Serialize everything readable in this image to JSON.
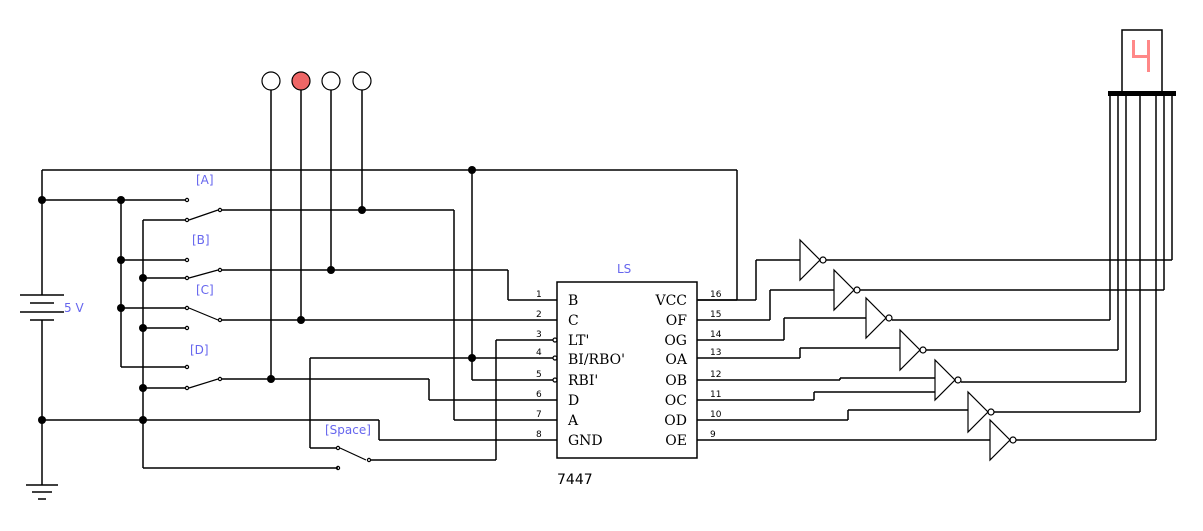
{
  "battery": {
    "label": "5 V"
  },
  "switch_labels": [
    "[A]",
    "[B]",
    "[C]",
    "[D]",
    "[Space]"
  ],
  "chip": {
    "top_label": "LS",
    "part_number": "7447",
    "left_pins": [
      {
        "num": "1",
        "name": "B"
      },
      {
        "num": "2",
        "name": "C"
      },
      {
        "num": "3",
        "name": "LT'"
      },
      {
        "num": "4",
        "name": "BI/RBO'"
      },
      {
        "num": "5",
        "name": "RBI'"
      },
      {
        "num": "6",
        "name": "D"
      },
      {
        "num": "7",
        "name": "A"
      },
      {
        "num": "8",
        "name": "GND"
      }
    ],
    "right_pins": [
      {
        "num": "16",
        "name": "VCC"
      },
      {
        "num": "15",
        "name": "OF"
      },
      {
        "num": "14",
        "name": "OG"
      },
      {
        "num": "13",
        "name": "OA"
      },
      {
        "num": "12",
        "name": "OB"
      },
      {
        "num": "11",
        "name": "OC"
      },
      {
        "num": "10",
        "name": "OD"
      },
      {
        "num": "9",
        "name": "OE"
      }
    ]
  },
  "probes": [
    {
      "state": "off"
    },
    {
      "state": "on"
    },
    {
      "state": "off"
    },
    {
      "state": "off"
    }
  ],
  "display": {
    "digit": "4"
  },
  "colors": {
    "probe_on": "#ee6666",
    "probe_off": "#ffffff",
    "display_segment": "#ff8888",
    "label_blue": "#6666ee"
  }
}
